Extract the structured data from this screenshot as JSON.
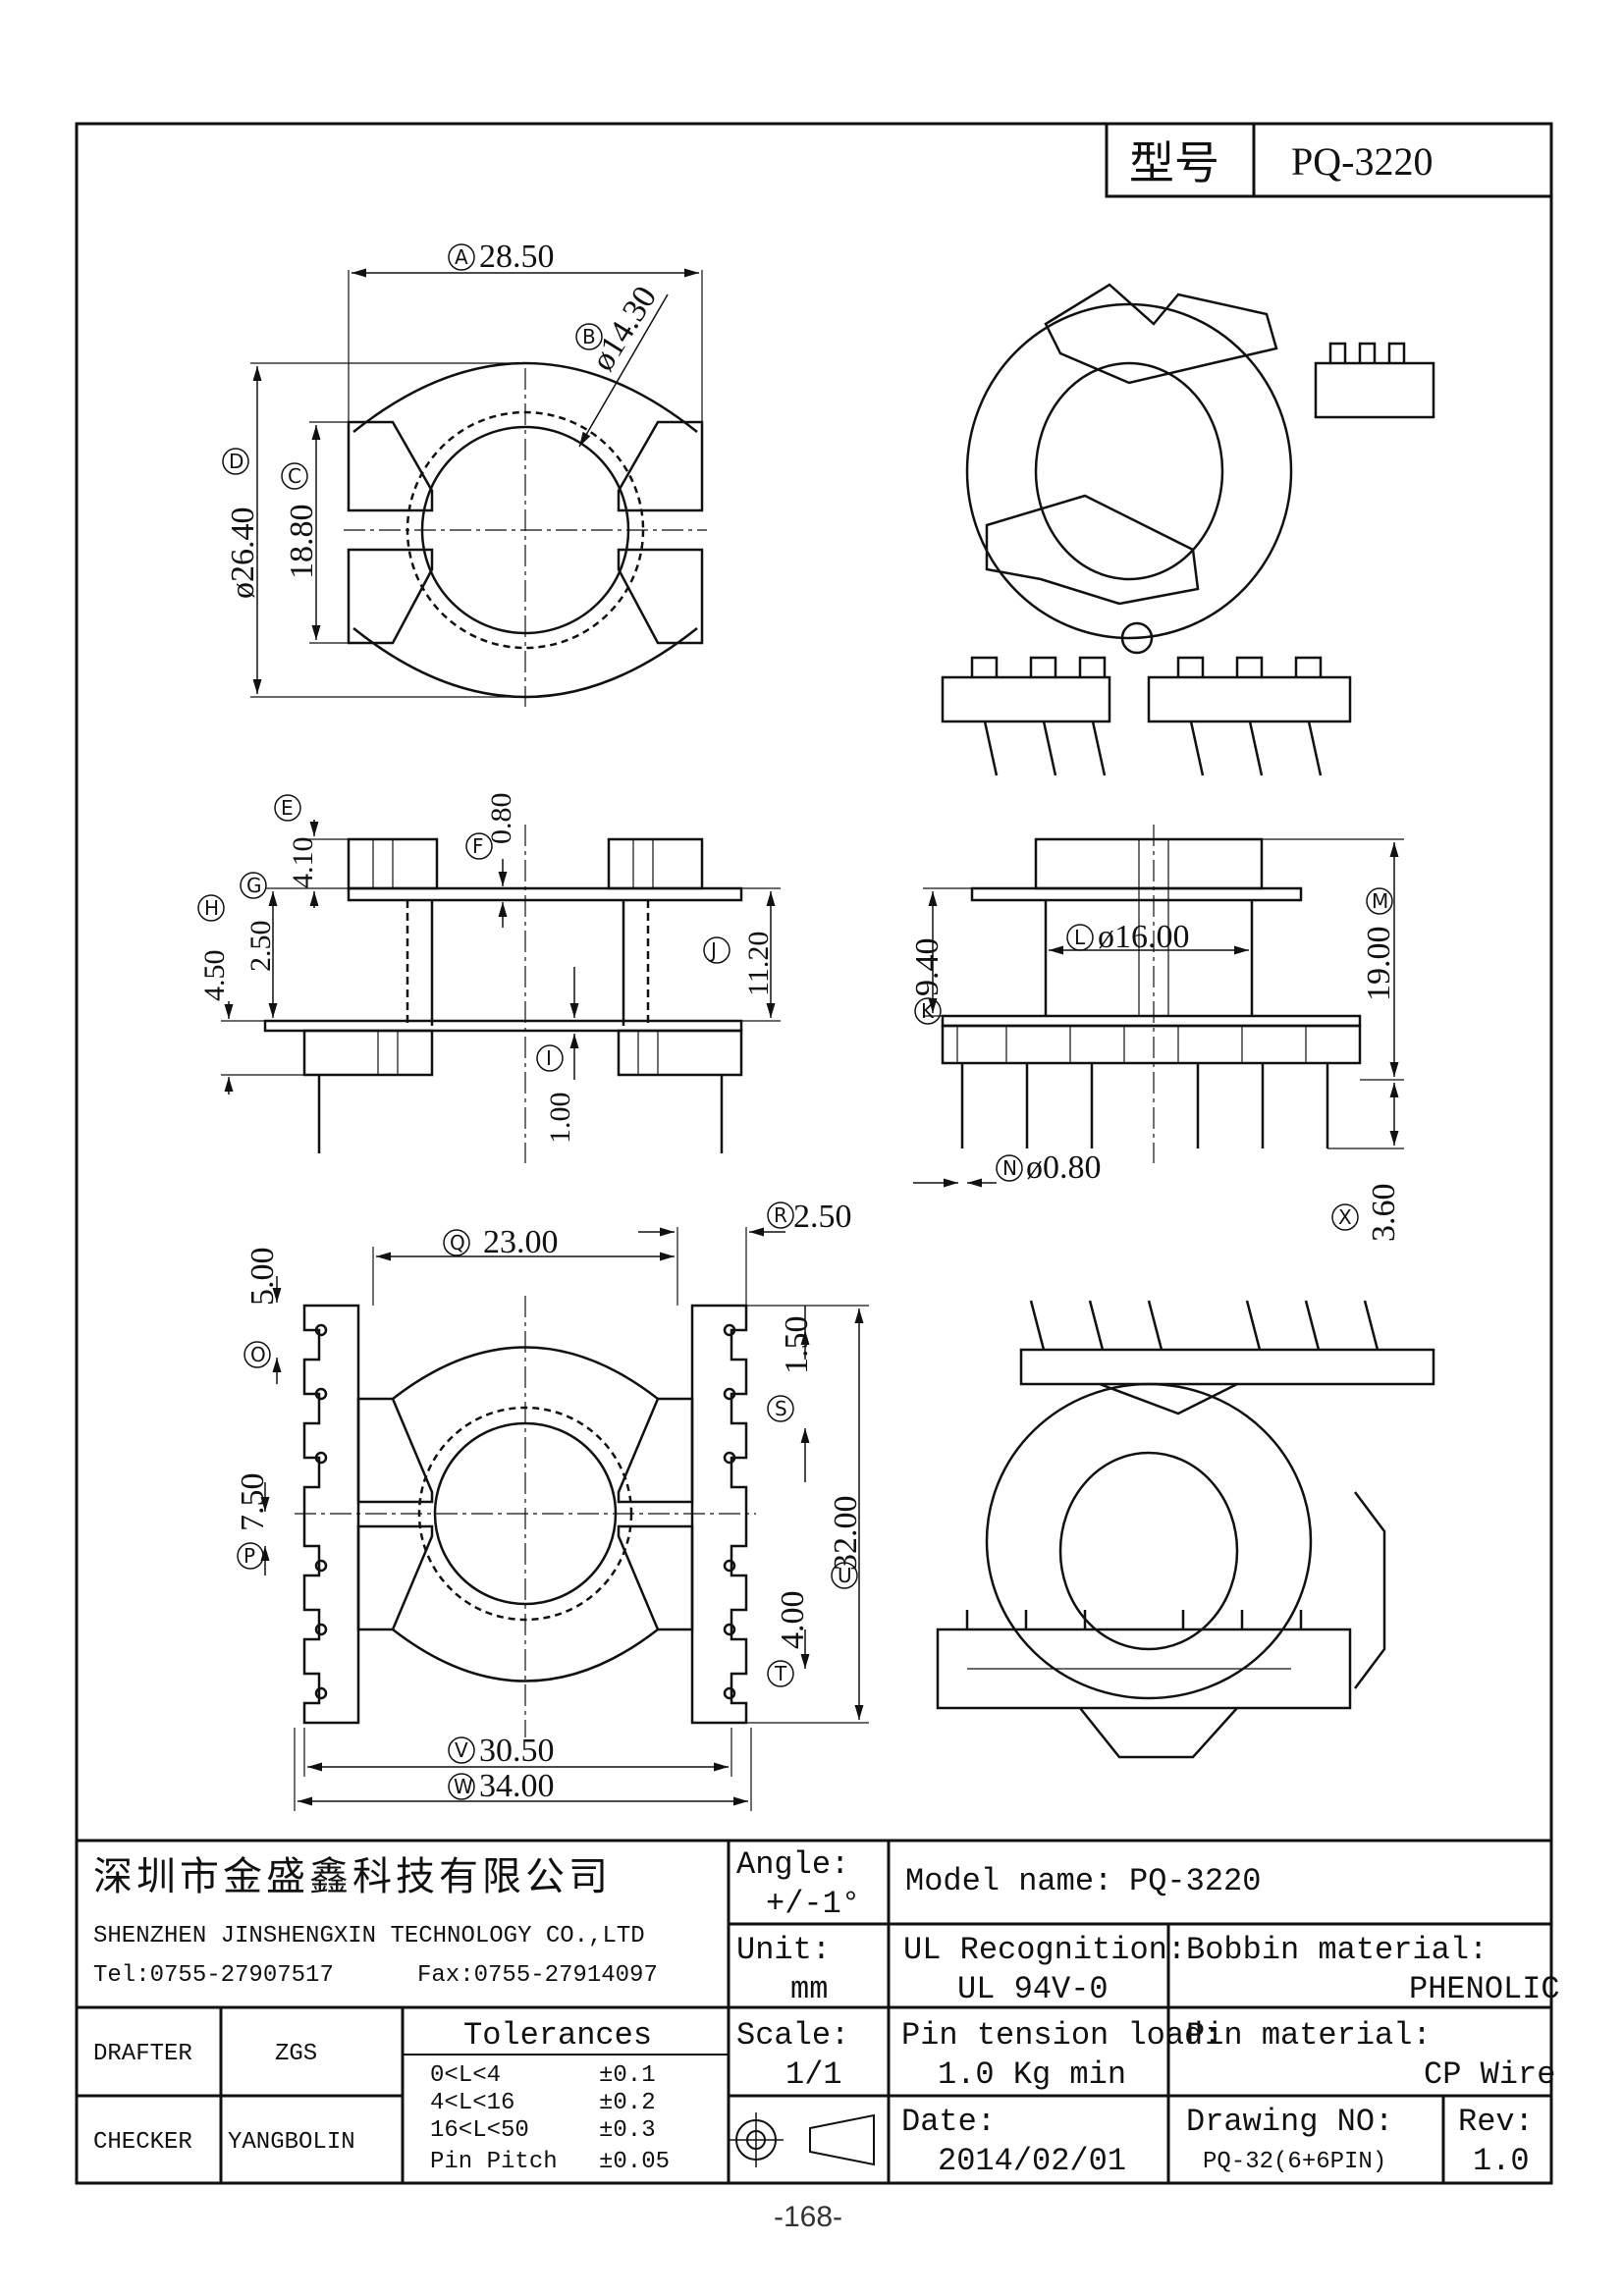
{
  "header": {
    "type_label": "型号",
    "model": "PQ-3220"
  },
  "dimensions": {
    "top_view": {
      "A": "28.50",
      "B": "ø14.30",
      "C": "18.80",
      "D": "ø26.40"
    },
    "front_view": {
      "E": "4.10",
      "F": "0.80",
      "G": "2.50",
      "H": "4.50",
      "J": "11.20",
      "I": "1.00"
    },
    "side_view": {
      "K": "9.40",
      "L": "ø16.00",
      "M": "19.00",
      "N": "ø0.80",
      "X": "3.60"
    },
    "bottom_view": {
      "Q": "23.00",
      "R": "2.50",
      "O": "5.00",
      "S": "1.50",
      "P": "7.50",
      "U": "32.00",
      "T": "4.00",
      "V": "30.50",
      "W": "34.00"
    }
  },
  "title_block": {
    "company_cn": "深圳市金盛鑫科技有限公司",
    "company_en": "SHENZHEN JINSHENGXIN TECHNOLOGY CO.,LTD",
    "tel": "Tel:0755-27907517",
    "fax": "Fax:0755-27914097",
    "angle_label": "Angle:",
    "angle_value": "+/-1°",
    "model_label": "Model name:",
    "model_value": "PQ-3220",
    "unit_label": "Unit:",
    "unit_value": "mm",
    "ul_label": "UL Recognition:",
    "ul_value": "UL 94V-0",
    "bobbin_label": "Bobbin material:",
    "bobbin_value": "PHENOLIC",
    "drafter_label": "DRAFTER",
    "drafter_value": "ZGS",
    "checker_label": "CHECKER",
    "checker_value": "YANGBOLIN",
    "tolerances_label": "Tolerances",
    "tolerances": [
      {
        "range": "0<L<4",
        "value": "±0.1"
      },
      {
        "range": "4<L<16",
        "value": "±0.2"
      },
      {
        "range": "16<L<50",
        "value": "±0.3"
      },
      {
        "range": "Pin Pitch",
        "value": "±0.05"
      }
    ],
    "scale_label": "Scale:",
    "scale_value": "1/1",
    "pin_tension_label": "Pin tension load:",
    "pin_tension_value": "1.0 Kg min",
    "pin_material_label": "Pin material:",
    "pin_material_value": "CP Wire",
    "date_label": "Date:",
    "date_value": "2014/02/01",
    "drawing_no_label": "Drawing NO:",
    "drawing_no_value": "PQ-32(6+6PIN)",
    "rev_label": "Rev:",
    "rev_value": "1.0"
  },
  "page_number": "-168-"
}
